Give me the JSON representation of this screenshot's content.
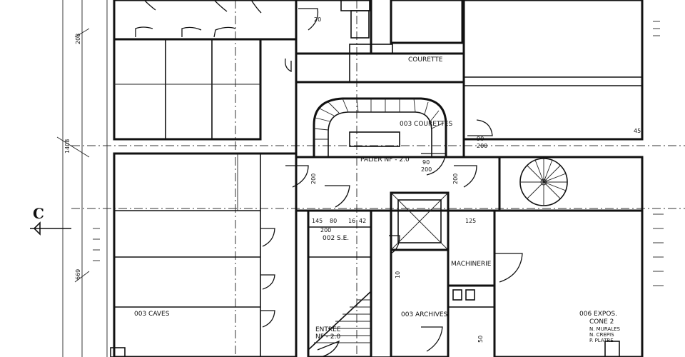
{
  "labels": {
    "courette": "COURETTE",
    "courettes": "003 COURETTES",
    "palier": "PALIER NF - 2.0",
    "se": "002 S.E.",
    "machinerie": "MACHINERIE",
    "caves": "003 CAVES",
    "archives": "003 ARCHIVES",
    "entree": "ENTREE",
    "entree_nf": "NF - 2.0",
    "expos1": "006 EXPOS.",
    "expos2": "CONE 2",
    "expos3": "N. MURALES",
    "expos4": "N. CREPIS",
    "expos5": "P. PLATRE",
    "section": "C"
  },
  "dimensions": {
    "d1408": "1408",
    "d208": "208",
    "d669": "669",
    "d200a": "200",
    "d200b": "200",
    "d200c": "200",
    "d200d": "200",
    "d200e": "200",
    "d90a": "90",
    "d90b": "90",
    "d80": "80",
    "d125": "125",
    "d42": "42",
    "d145": "145",
    "d16": "16",
    "d20": "20",
    "d10": "10",
    "d50": "50",
    "d45": "45"
  }
}
